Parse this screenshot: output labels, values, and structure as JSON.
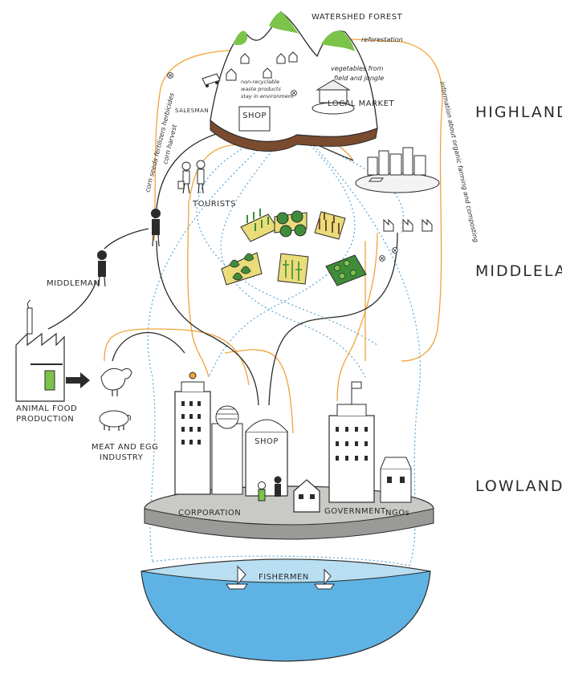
{
  "zones": {
    "highland": "HIGHLAND",
    "middleland": "MIDDLELAND",
    "lowland": "LOWLAND"
  },
  "labels": {
    "watershed_forest": "WATERSHED FOREST",
    "reforestation": "reforestation",
    "vegetables": [
      "vegetables from",
      "field and jungle"
    ],
    "local_market": "LOCAL MARKET",
    "salesman": "SALESMAN",
    "waste": [
      "non-recyclable",
      "waste products",
      "stay in environment"
    ],
    "shop": "SHOP",
    "corn_seeds": "corn seeds  fertilizers  herbicides",
    "corn_harvest": "corn harvest",
    "tourists": "TOURISTS",
    "information": "information about organic farming and composting",
    "middleman": "MIDDLEMAN",
    "animal_food": [
      "ANIMAL FOOD",
      "PRODUCTION"
    ],
    "meat_egg": [
      "MEAT AND EGG",
      "INDUSTRY"
    ],
    "corporation": "CORPORATION",
    "government": "GOVERNMENT",
    "ngos": "NGOs",
    "fishermen": "FISHERMEN"
  },
  "colors": {
    "orange_flow": "#f0a33a",
    "black_flow": "#2b2b2b",
    "water_flow": "#5aa5d6",
    "mountain_green": "#7cc34a",
    "soil_brown": "#7a4b2e",
    "sea_blue": "#5eb3e4",
    "platform_grey": "#c9c9c6",
    "field_yellow": "#e9dc79",
    "field_green": "#3f8c3a"
  }
}
